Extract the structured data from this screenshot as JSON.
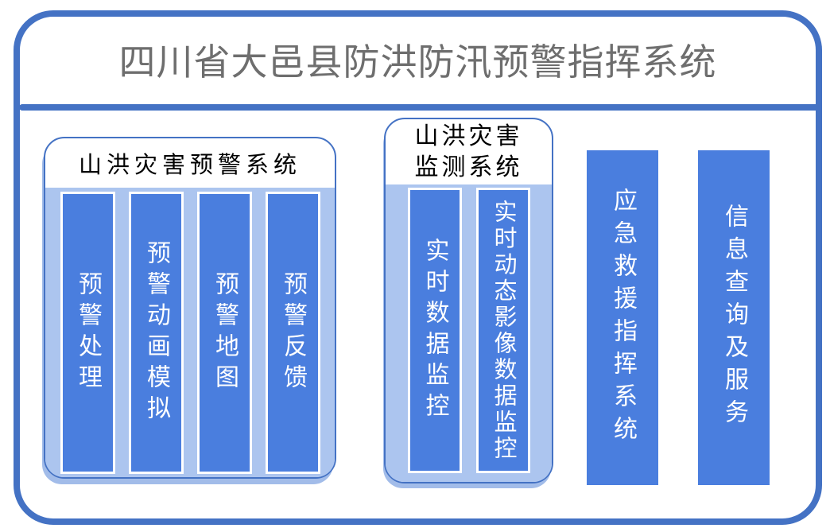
{
  "page_title": "四川省大邑县防洪防汛预警指挥系统",
  "colors": {
    "accent_blue": "#4472C4",
    "bar_blue": "#4A7EDE",
    "panel_light_blue": "#ACC5EF",
    "shadow_blue": "#A2BCE9",
    "title_gray": "#6E6E6E",
    "bar_text": "#FFFFFF",
    "group_title_text": "#000000"
  },
  "groups": [
    {
      "title": "山洪灾害预警系统",
      "bars": [
        {
          "label": "预警处理"
        },
        {
          "label": "预警动画模拟"
        },
        {
          "label": "预警地图"
        },
        {
          "label": "预警反馈"
        }
      ]
    },
    {
      "title_lines": [
        "山洪灾害",
        "监测系统"
      ],
      "bars": [
        {
          "label": "实时数据监控"
        },
        {
          "label": "实时动态影像数据监控"
        }
      ]
    }
  ],
  "standalone_bars": [
    {
      "label": "应急救援指挥系统"
    },
    {
      "label": "信息查询及服务"
    }
  ]
}
